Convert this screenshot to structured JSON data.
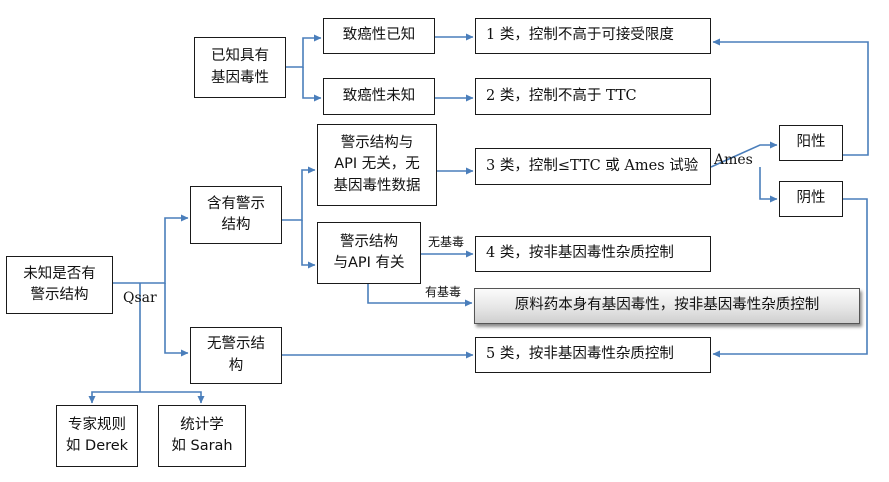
{
  "diagram": {
    "nodes": {
      "unknown": "未知是否有\n警示结构",
      "has_alert": "含有警示\n结构",
      "no_alert": "无警示结\n构",
      "known_geno": "已知具有\n基因毒性",
      "carc_known": "致癌性已知",
      "carc_unknown": "致癌性未知",
      "alert_api_unrelated": "警示结构与\nAPI 无关，无\n基因毒性数据",
      "alert_api_related": "警示结构\n与API 有关",
      "class1": "1 类，控制不高于可接受限度",
      "class2": "2 类，控制不高于 TTC",
      "class3": "3 类，控制≤TTC 或 Ames 试验",
      "class4": "4 类，按非基因毒性杂质控制",
      "api_geno": "原料药本身有基因毒性，按非基因毒性杂质控制",
      "class5": "5 类，按非基因毒性杂质控制",
      "positive": "阳性",
      "negative": "阴性",
      "expert_rules": "专家规则\n如 Derek",
      "statistics": "统计学\n如 Sarah"
    },
    "labels": {
      "qsar": "Qsar",
      "ames": "Ames",
      "non_geno": "无基毒",
      "geno": "有基毒"
    },
    "colors": {
      "connector": "#4a7ebb",
      "border": "#1a1a1a",
      "text": "#111111"
    }
  }
}
